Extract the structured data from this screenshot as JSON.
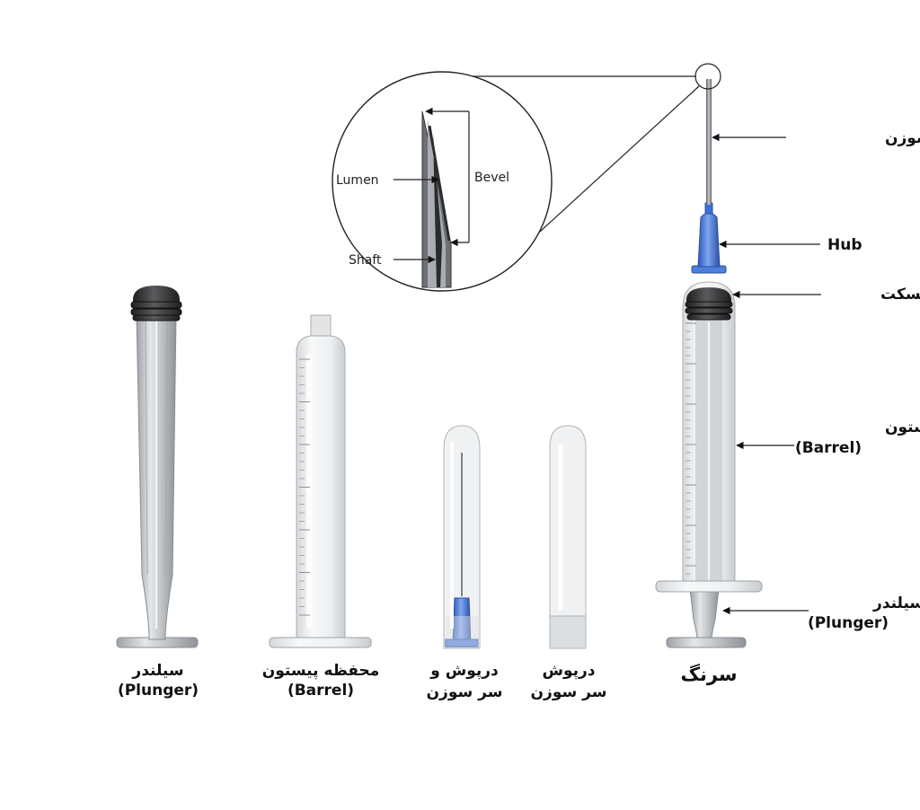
{
  "colors": {
    "background": "#ffffff",
    "barrel_fill": "#eceeef",
    "barrel_stroke": "#9ea3a7",
    "plunger_fill": "#c9cdd0",
    "plunger_rubber": "#2f2f30",
    "hub_blue": "#3d6fd6",
    "needle_gray": "#7a7d80",
    "label_text": "#111111"
  },
  "zoom": {
    "lumen": "Lumen",
    "bevel": "Bevel",
    "shaft": "Shaft"
  },
  "assembled": {
    "needle_label": "سر سوزن",
    "hub_label": "Hub",
    "gasket_label": "گسکت",
    "barrel_label_fa": "محفظه پیستون",
    "barrel_label_en": "(Barrel)",
    "plunger_label_fa": "سیلندر",
    "plunger_label_en": "(Plunger)",
    "caption": "سرنگ"
  },
  "parts": [
    {
      "line1": "سیلندر",
      "line2": "(Plunger)"
    },
    {
      "line1": "محفظه پیستون",
      "line2": "(Barrel)"
    },
    {
      "line1": "درپوش و",
      "line2": "سر سوزن"
    },
    {
      "line1": "درپوش",
      "line2": "سر سوزن"
    }
  ]
}
